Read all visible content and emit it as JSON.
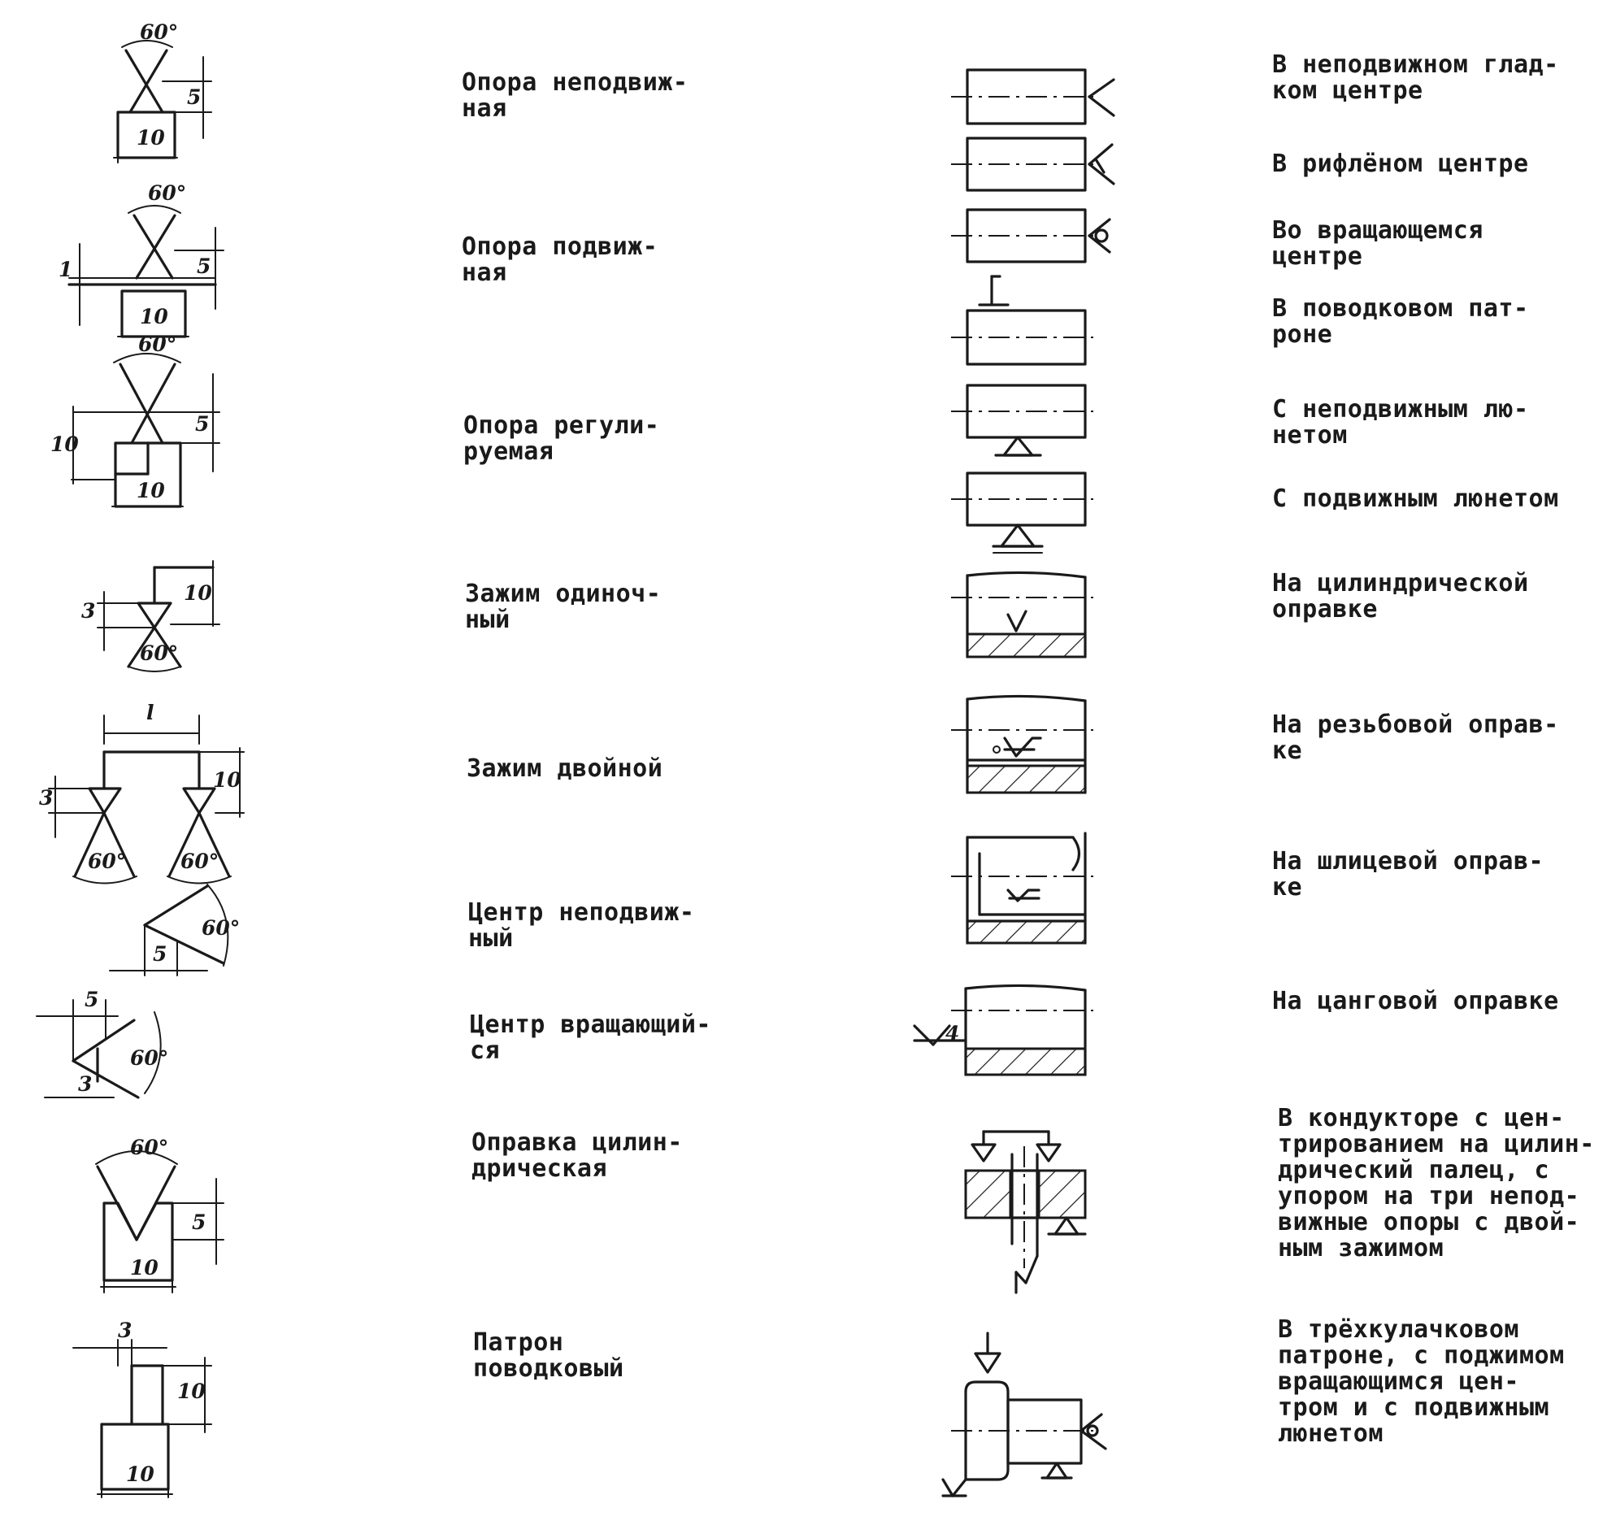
{
  "left_symbols": [
    {
      "label": "Опора неподвиж-\nная",
      "dims": {
        "angle": "60°",
        "height": "5",
        "width": "10"
      }
    },
    {
      "label": "Опора подвиж-\nная",
      "dims": {
        "angle": "60°",
        "offset": "1",
        "height": "5",
        "width": "10"
      }
    },
    {
      "label": "Опора регули-\nруемая",
      "dims": {
        "angle": "60°",
        "total": "10",
        "height": "5",
        "width": "10"
      }
    },
    {
      "label": "Зажим одиноч-\nный",
      "dims": {
        "angle": "60°",
        "offset": "3",
        "height": "10"
      }
    },
    {
      "label": "Зажим двойной",
      "dims": {
        "span": "l",
        "offset": "3",
        "height": "10",
        "angle_left": "60°",
        "angle_right": "60°"
      }
    },
    {
      "label": "Центр неподвиж-\nный",
      "dims": {
        "angle": "60°",
        "width": "5"
      }
    },
    {
      "label": "Центр вращающий-\nся",
      "dims": {
        "angle": "60°",
        "width": "5",
        "offset": "3"
      }
    },
    {
      "label": "Оправка цилин-\nдрическая",
      "dims": {
        "angle": "60°",
        "height": "5",
        "width": "10"
      }
    },
    {
      "label": "Патрон\nповодковый",
      "dims": {
        "offset": "3",
        "height": "10",
        "width": "10"
      }
    }
  ],
  "right_examples": [
    {
      "label": "В неподвижном глад-\nком центре"
    },
    {
      "label": "В рифлёном центре"
    },
    {
      "label": "Во вращающемся\nцентре"
    },
    {
      "label": "В поводковом  пат-\nроне"
    },
    {
      "label": "С неподвижным лю-\nнетом"
    },
    {
      "label": "С подвижным люнетом"
    },
    {
      "label": "На цилиндрической\nоправке"
    },
    {
      "label": "На резьбовой оправ-\nке"
    },
    {
      "label": "На шлицевой оправ-\nке"
    },
    {
      "label": "На цанговой оправке",
      "dims": {
        "mark": "4"
      }
    },
    {
      "label": "В кондукторе с цен-\nтрированием на цилин-\nдрический палец, с\nупором на три непод-\nвижные опоры с двой-\nным зажимом"
    },
    {
      "label": "В трёхкулачковом\nпатроне, с поджимом\nвращающимся цен-\nтром и с подвижным\nлюнетом"
    }
  ]
}
